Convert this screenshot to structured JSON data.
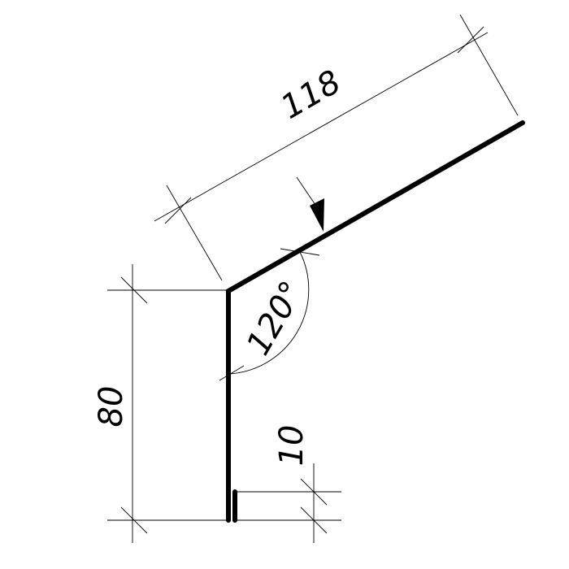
{
  "drawing": {
    "dimensions": {
      "top_length": "118",
      "left_height": "80",
      "hem_length": "10",
      "bend_angle": "120°"
    }
  }
}
